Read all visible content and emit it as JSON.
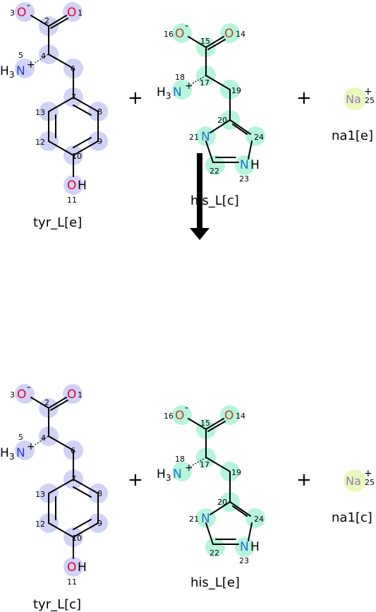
{
  "reaction": {
    "top": {
      "molecules": [
        {
          "name": "tyr_L[e]"
        },
        {
          "name": "his_L[c]"
        },
        {
          "name": "na1[e]"
        }
      ],
      "plus": [
        "+",
        "+"
      ]
    },
    "bottom": {
      "molecules": [
        {
          "name": "tyr_L[c]"
        },
        {
          "name": "his_L[e]"
        },
        {
          "name": "na1[c]"
        }
      ],
      "plus": [
        "+",
        "+"
      ]
    }
  },
  "atoms": {
    "O": "O",
    "N": "N",
    "H": "H",
    "H3": "H",
    "three": "3",
    "minus": "-",
    "plusCharge": "+",
    "Na": "Na"
  },
  "numbers": {
    "tyr": [
      "1",
      "2",
      "3",
      "4",
      "5",
      "6",
      "7",
      "8",
      "9",
      "10",
      "11",
      "12",
      "13"
    ],
    "his": [
      "14",
      "15",
      "16",
      "17",
      "18",
      "19",
      "20",
      "21",
      "22",
      "23",
      "24"
    ],
    "na": "25"
  },
  "colors": {
    "tyr_highlight": "#d2d2f7",
    "his_highlight": "#b6f5dc",
    "na_highlight": "#e9f9bd",
    "oxygen": "#e8002b",
    "nitrogen": "#2840d8"
  }
}
